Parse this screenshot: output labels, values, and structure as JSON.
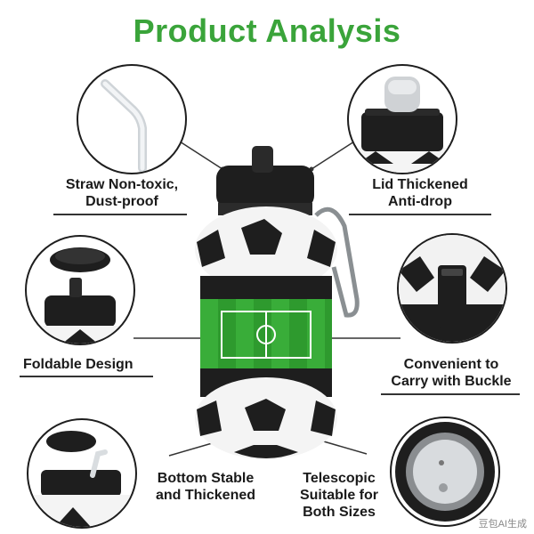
{
  "title": "Product Analysis",
  "features": [
    {
      "lines": [
        "Straw Non-toxic,",
        "Dust-proof"
      ],
      "icon": "straw-icon"
    },
    {
      "lines": [
        "Lid Thickened",
        "Anti-drop"
      ],
      "icon": "lid-icon"
    },
    {
      "lines": [
        "Foldable Design"
      ],
      "icon": "open-lid-icon"
    },
    {
      "lines": [
        "Convenient to",
        "Carry with Buckle"
      ],
      "icon": "buckle-icon"
    },
    {
      "lines": [
        "Bottom Stable",
        "and Thickened"
      ],
      "icon": "open-lid-straw-icon"
    },
    {
      "lines": [
        "Telescopic",
        "Suitable for",
        "Both Sizes"
      ],
      "icon": "bottle-bottom-icon"
    }
  ],
  "watermark": "豆包AI生成",
  "colors": {
    "title": "#3aa43a",
    "field": "#2e9a2e",
    "black": "#1e1e1e"
  }
}
